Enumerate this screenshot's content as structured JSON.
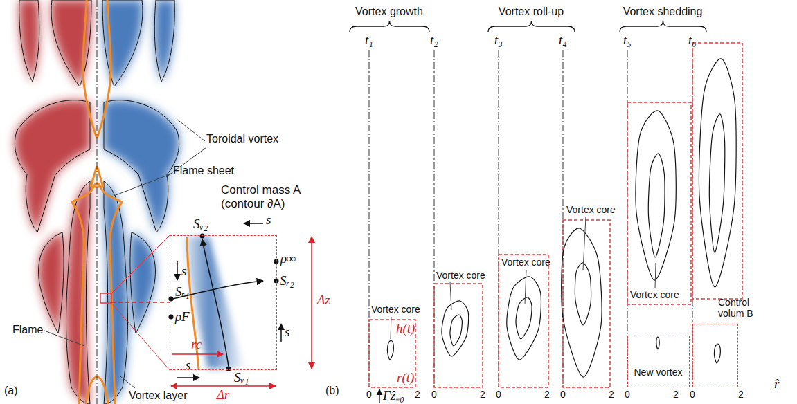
{
  "diagram": {
    "nodes": [
      {
        "text": [
          "Control mass A (contour ∂A)"
        ]
      },
      {
        "text": [
          "New vortex"
        ]
      },
      {
        "text": [
          "Control volum B"
        ]
      }
    ],
    "labels": [
      "Toroidal vortex",
      "Flame sheet",
      "Flame",
      "Vortex layer",
      "(a)",
      "Sᵥ₂",
      "Sᵥ₁",
      "Sᵣ₁",
      "Sᵣ₂",
      "s",
      "s",
      "s",
      "s",
      "ρ∞",
      "ρF",
      "rc",
      "Δz",
      "Δr",
      "Vortex growth",
      "Vortex roll-up",
      "Vortex shedding",
      "t₁",
      "t₂",
      "t₃",
      "t₄",
      "t₅",
      "t₆",
      "Vortex core",
      "Vortex core",
      "Vortex core",
      "Vortex core",
      "Vortex core",
      "h(t)",
      "r(t)",
      "Γ̇ẑ₌₀",
      "r̂",
      "(b)",
      "0",
      "2",
      "0",
      "2",
      "0",
      "2",
      "0",
      "2",
      "0",
      "2",
      "0",
      "2"
    ]
  }
}
